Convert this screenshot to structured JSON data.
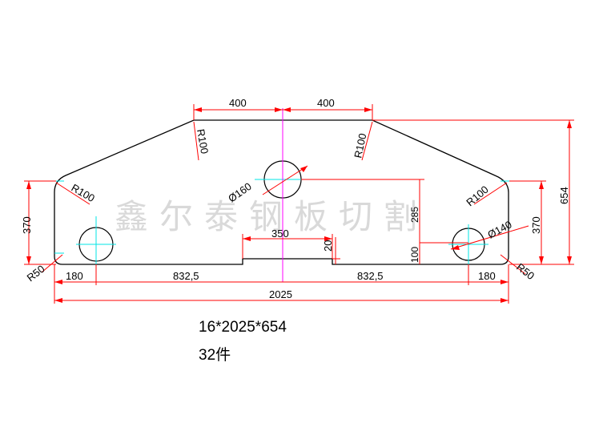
{
  "watermark": "鑫尔泰钢板切割",
  "dimensions": {
    "top_left_width": "400",
    "top_right_width": "400",
    "radius_top_left": "R100",
    "radius_top_right": "R100",
    "radius_left_shoulder": "R100",
    "radius_right_shoulder": "R100",
    "radius_bottom_left": "R50",
    "radius_bottom_right": "R50",
    "left_height": "370",
    "right_height": "370",
    "overall_height": "654",
    "center_hole_diameter": "Ø160",
    "right_hole_diameter": "Ø140",
    "center_hole_height": "285",
    "side_hole_height": "100",
    "notch_width": "350",
    "notch_depth": "20",
    "bottom_left_offset": "180",
    "bottom_left_span": "832,5",
    "bottom_right_span": "832,5",
    "bottom_right_offset": "180",
    "overall_width": "2025"
  },
  "notes": {
    "spec": "16*2025*654",
    "quantity": "32件"
  },
  "colors": {
    "outline": "#000000",
    "dimension": "#ff0000",
    "centerline_vertical": "#ff00ff",
    "centerline_cross": "#00ffff"
  }
}
